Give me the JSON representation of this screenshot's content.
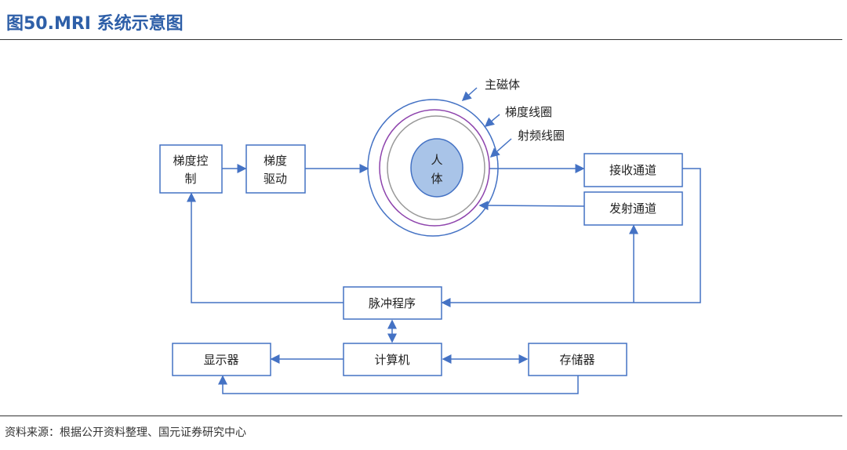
{
  "header": {
    "title": "图50.MRI 系统示意图"
  },
  "footer": {
    "source": "资料来源：根据公开资料整理、国元证券研究中心"
  },
  "diagram": {
    "boxes": {
      "gradient_control": [
        "梯度控",
        "制"
      ],
      "gradient_drive": [
        "梯度",
        "驱动"
      ],
      "receive_channel": "接收通道",
      "transmit_channel": "发射通道",
      "pulse_sequence": "脉冲程序",
      "display": "显示器",
      "computer": "计算机",
      "storage": "存储器"
    },
    "core": {
      "body": [
        "人",
        "体"
      ]
    },
    "labels": {
      "main_magnet": "主磁体",
      "gradient_coil": "梯度线圈",
      "rf_coil": "射频线圈"
    },
    "colors": {
      "line": "#4472c4",
      "gradient_ring": "#8e44ad",
      "rf_ring": "#999999",
      "body_fill": "#a9c4e8",
      "title": "#2e5fa8"
    }
  }
}
